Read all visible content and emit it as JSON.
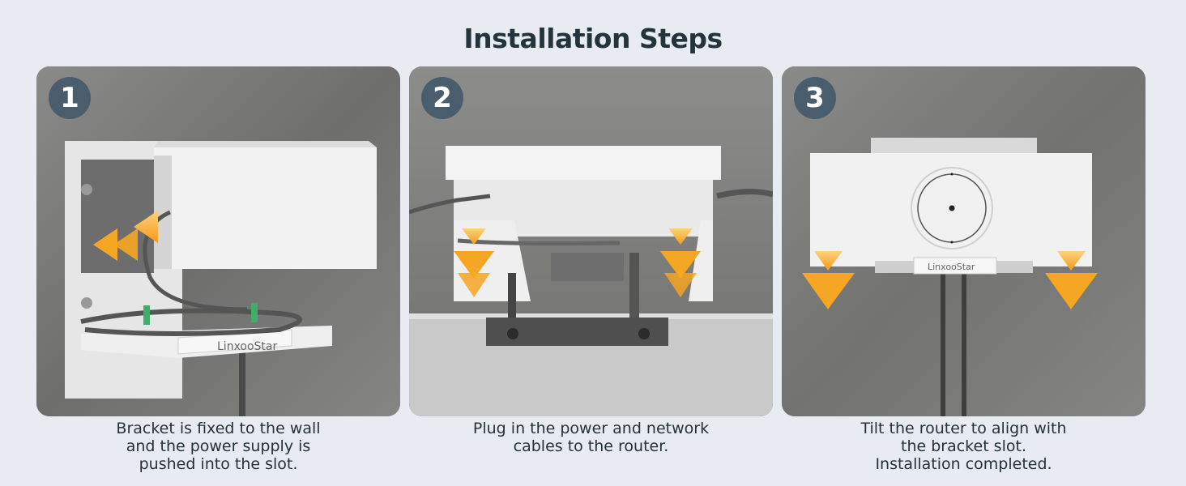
{
  "title": "Installation Steps",
  "colors": {
    "background": "#e8ebf2",
    "badge": "#4a5d6d",
    "arrow": "#f5a623",
    "text": "#26323a"
  },
  "steps": [
    {
      "number": "1",
      "caption_lines": [
        "Bracket is fixed to the wall",
        "and the power supply is",
        "pushed into the slot."
      ],
      "brand": "LinxooStar"
    },
    {
      "number": "2",
      "caption_lines": [
        "Plug in the power and network",
        "cables to the router."
      ]
    },
    {
      "number": "3",
      "caption_lines": [
        "Tilt the router to align with",
        "the bracket slot.",
        "Installation completed."
      ],
      "brand": "LinxooStar"
    }
  ]
}
